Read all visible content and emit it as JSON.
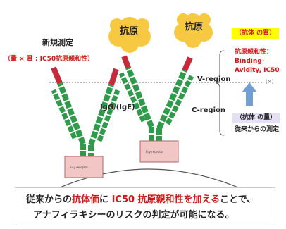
{
  "left_label": {
    "title": "新規測定",
    "subtitle": "（量 × 質 : IC50抗原親和性）"
  },
  "antigens": [
    {
      "label": "抗原"
    },
    {
      "label": "抗原"
    }
  ],
  "region_labels": {
    "v_region": "V-region",
    "c_region": "C-region",
    "igg": "IgG/(IgE)",
    "x_mark": "(×)"
  },
  "right_panel": {
    "quality_tag": "（抗体 の質）",
    "affinity_lines": [
      "抗原親和性：",
      "Binding-",
      "Avidity, IC50"
    ],
    "quantity_tag": "（抗体 の量）",
    "conventional": "従来からの測定"
  },
  "receptor_label": "Fcy receptor",
  "bottom": {
    "l1_a": "従来からの",
    "l1_b": "抗体価",
    "l1_c": "に ",
    "l1_d": "IC50 抗原親和性を加える",
    "l1_e": "ことで、",
    "l2": "アナフィラキシーのリスクの判定が可能になる。"
  },
  "colors": {
    "antibody_green": "#2e9a4a",
    "variable_red": "#c8283a",
    "antigen_yellow": "#f7c943",
    "receptor_pink": "#f3c6c6",
    "arrow_blue": "#6f9fd4",
    "highlight_yellow": "#ffff00"
  }
}
